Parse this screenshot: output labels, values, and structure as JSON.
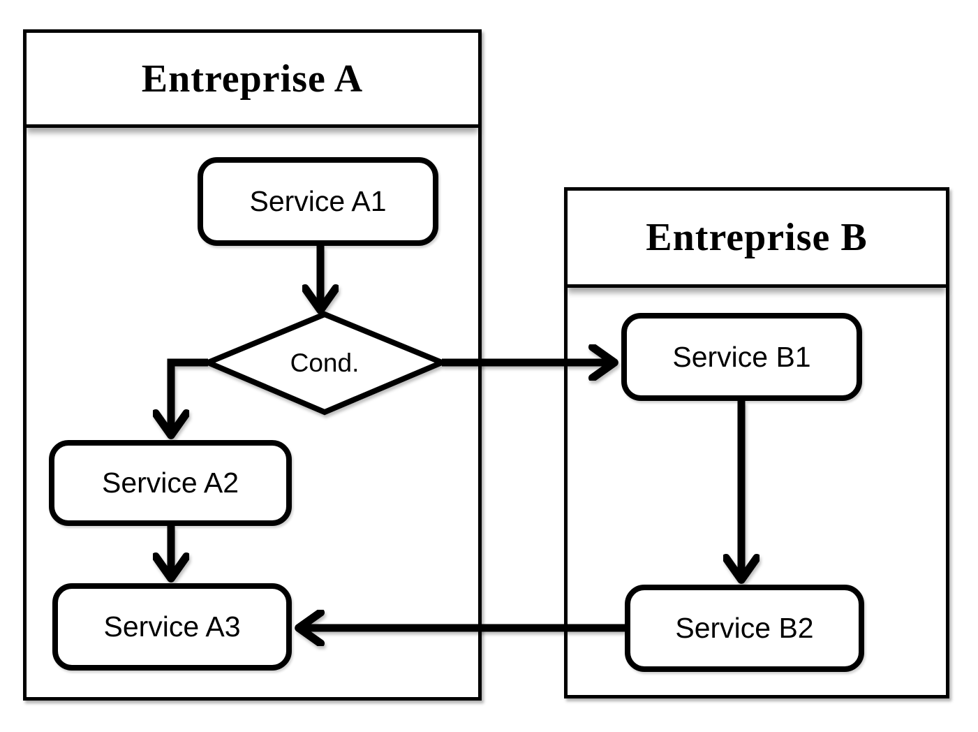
{
  "diagram": {
    "type": "flowchart",
    "lanes": [
      {
        "id": "entreprise-a",
        "title": "Entreprise A"
      },
      {
        "id": "entreprise-b",
        "title": "Entreprise B"
      }
    ],
    "nodes": [
      {
        "id": "service-a1",
        "label": "Service A1",
        "shape": "rounded-rect",
        "lane": "entreprise-a"
      },
      {
        "id": "cond",
        "label": "Cond.",
        "shape": "diamond",
        "lane": "entreprise-a"
      },
      {
        "id": "service-a2",
        "label": "Service A2",
        "shape": "rounded-rect",
        "lane": "entreprise-a"
      },
      {
        "id": "service-a3",
        "label": "Service A3",
        "shape": "rounded-rect",
        "lane": "entreprise-a"
      },
      {
        "id": "service-b1",
        "label": "Service B1",
        "shape": "rounded-rect",
        "lane": "entreprise-b"
      },
      {
        "id": "service-b2",
        "label": "Service B2",
        "shape": "rounded-rect",
        "lane": "entreprise-b"
      }
    ],
    "edges": [
      {
        "from": "service-a1",
        "to": "cond"
      },
      {
        "from": "cond",
        "to": "service-b1"
      },
      {
        "from": "cond",
        "to": "service-a2"
      },
      {
        "from": "service-a2",
        "to": "service-a3"
      },
      {
        "from": "service-b1",
        "to": "service-b2"
      },
      {
        "from": "service-b2",
        "to": "service-a3"
      }
    ],
    "colors": {
      "stroke": "#000000",
      "fill": "#ffffff",
      "background": "#ffffff"
    }
  }
}
